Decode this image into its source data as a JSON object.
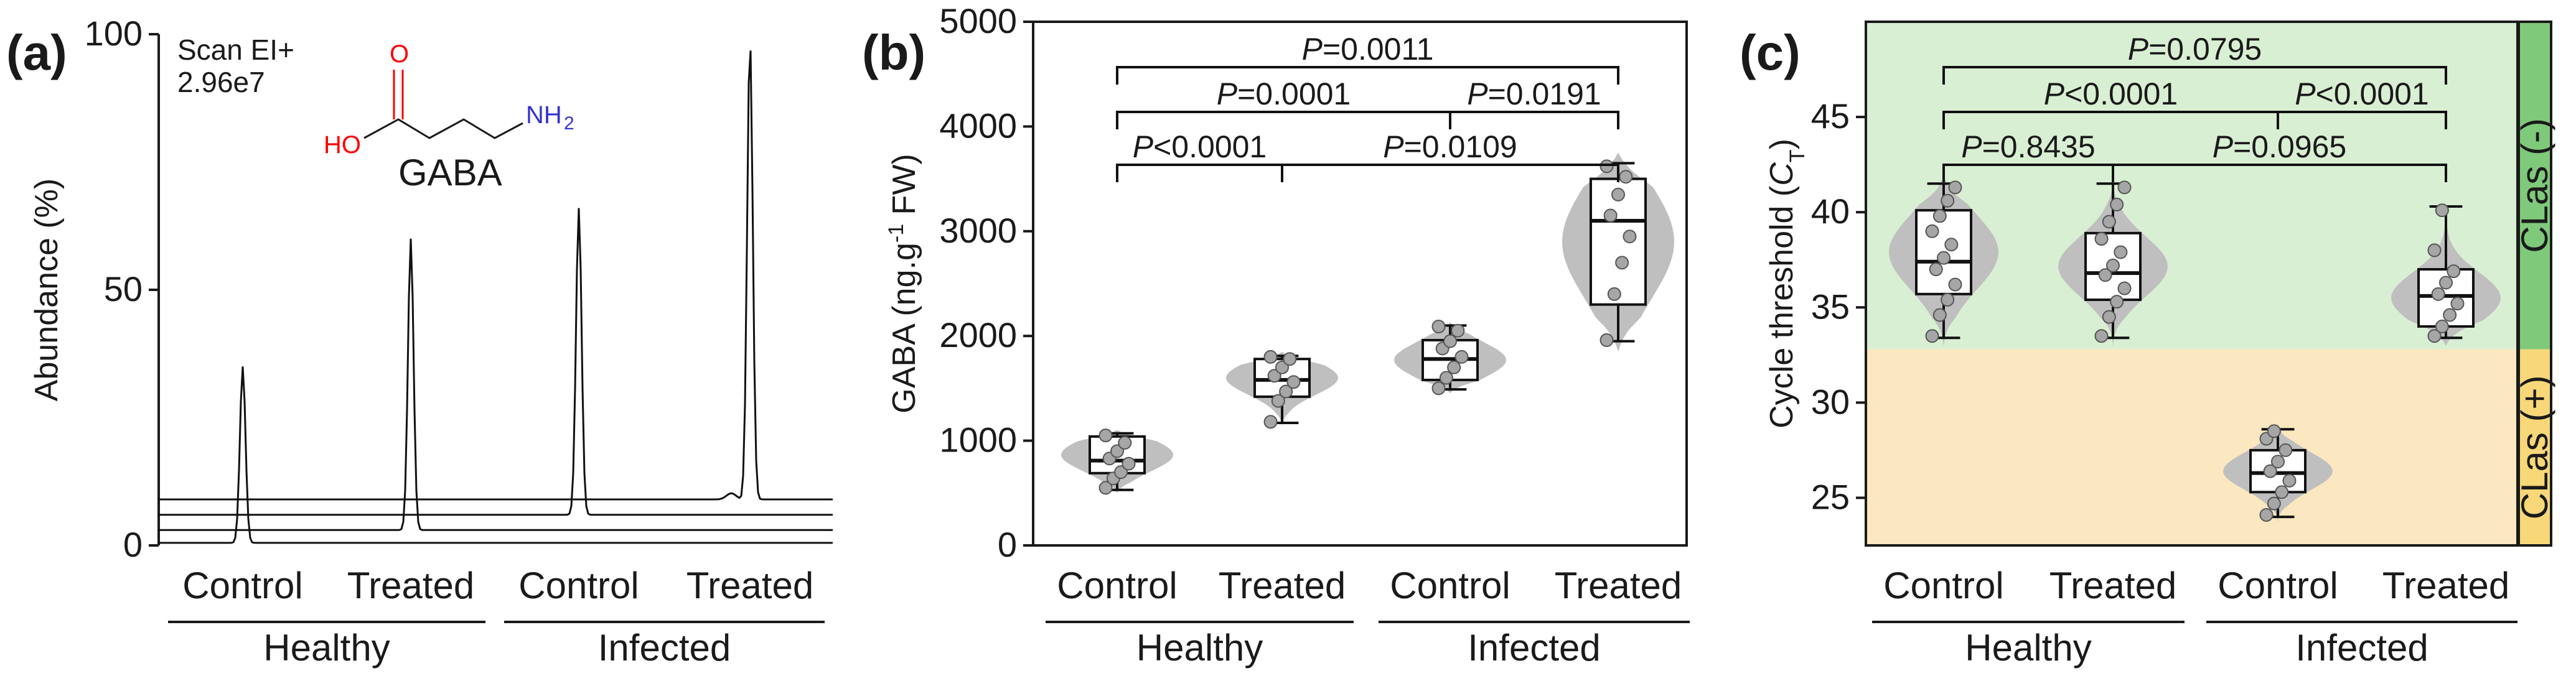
{
  "panels": {
    "a": {
      "label": "(a)"
    },
    "b": {
      "label": "(b)"
    },
    "c": {
      "label": "(c)"
    }
  },
  "colors": {
    "violin": "#bfbfbf",
    "point": "#a6a6a6",
    "healthy_zone": "#d9efd3",
    "infected_zone": "#fbe7c0",
    "side_green": "#7fc97a",
    "side_yellow": "#f7d778",
    "oxygen": "#ff0000",
    "nitrogen": "#3333cc"
  },
  "chart_data": [
    {
      "type": "line",
      "panel": "a",
      "ylabel": "Abundance (%)",
      "ylim": [
        0,
        100
      ],
      "yticks": [
        0,
        50,
        100
      ],
      "annotation_lines": [
        "Scan EI+",
        "2.96e7"
      ],
      "compound": {
        "name": "GABA",
        "oh": "HO",
        "o": "O",
        "nh2": "NH",
        "nh2_sub": "2"
      },
      "categories": [
        "Control",
        "Treated",
        "Control",
        "Treated"
      ],
      "groups": [
        {
          "name": "Healthy",
          "categories": [
            0,
            1
          ]
        },
        {
          "name": "Infected",
          "categories": [
            2,
            3
          ]
        }
      ],
      "series": [
        {
          "baseline": 0.5,
          "peak": 35
        },
        {
          "baseline": 3,
          "peak": 60
        },
        {
          "baseline": 6,
          "peak": 66
        },
        {
          "baseline": 9,
          "peak": 99
        }
      ]
    },
    {
      "type": "box",
      "panel": "b",
      "ylabel": "GABA (ng.g<sup>-1</sup> FW)",
      "ylabel_main": "GABA (ng.g",
      "ylabel_sup": "-1",
      "ylabel_tail": " FW)",
      "ylim": [
        0,
        5000
      ],
      "yticks": [
        0,
        1000,
        2000,
        3000,
        4000,
        5000
      ],
      "categories": [
        "Control",
        "Treated",
        "Control",
        "Treated"
      ],
      "groups": [
        {
          "name": "Healthy",
          "categories": [
            0,
            1
          ]
        },
        {
          "name": "Infected",
          "categories": [
            2,
            3
          ]
        }
      ],
      "boxes": [
        {
          "min": 530,
          "q1": 690,
          "median": 810,
          "q3": 1040,
          "max": 1070,
          "points": [
            550,
            640,
            700,
            780,
            830,
            900,
            980,
            1050
          ]
        },
        {
          "min": 1170,
          "q1": 1420,
          "median": 1580,
          "q3": 1780,
          "max": 1810,
          "points": [
            1180,
            1380,
            1470,
            1560,
            1620,
            1700,
            1780,
            1800
          ]
        },
        {
          "min": 1490,
          "q1": 1580,
          "median": 1780,
          "q3": 1960,
          "max": 2100,
          "points": [
            1500,
            1600,
            1700,
            1800,
            1880,
            1950,
            2050,
            2090
          ]
        },
        {
          "min": 1950,
          "q1": 2300,
          "median": 3100,
          "q3": 3500,
          "max": 3650,
          "points": [
            1960,
            2400,
            2700,
            2950,
            3150,
            3350,
            3520,
            3620
          ]
        }
      ],
      "comparisons": [
        {
          "from": 0,
          "to": 1,
          "label": "P<0.0001",
          "level": 1
        },
        {
          "from": 1,
          "to": 3,
          "label": "P=0.0109",
          "level": 1
        },
        {
          "from": 0,
          "to": 2,
          "label": "P=0.0001",
          "level": 2
        },
        {
          "from": 2,
          "to": 3,
          "label": "P=0.0191",
          "level": 2
        },
        {
          "from": 0,
          "to": 3,
          "label": "P=0.0011",
          "level": 3
        }
      ]
    },
    {
      "type": "box",
      "panel": "c",
      "ylabel_main": "Cycle threshold (",
      "ylabel_italic": "C",
      "ylabel_sub": "T",
      "ylabel_tail": ")",
      "ylim": [
        22.5,
        50
      ],
      "yticks": [
        25,
        30,
        35,
        40,
        45
      ],
      "threshold": 32.8,
      "zones": [
        {
          "label": "CLas (-)",
          "from": 32.8,
          "to": 50
        },
        {
          "label": "CLas (+)",
          "from": 22.5,
          "to": 32.8
        }
      ],
      "categories": [
        "Control",
        "Treated",
        "Control",
        "Treated"
      ],
      "groups": [
        {
          "name": "Healthy",
          "categories": [
            0,
            1
          ]
        },
        {
          "name": "Infected",
          "categories": [
            2,
            3
          ]
        }
      ],
      "boxes": [
        {
          "min": 33.4,
          "q1": 35.7,
          "median": 37.4,
          "q3": 40.1,
          "max": 41.5,
          "points": [
            33.5,
            34.6,
            35.4,
            36.2,
            37.0,
            37.6,
            38.3,
            39.0,
            39.8,
            40.6,
            41.3
          ]
        },
        {
          "min": 33.4,
          "q1": 35.4,
          "median": 36.8,
          "q3": 38.9,
          "max": 41.5,
          "points": [
            33.5,
            34.5,
            35.3,
            36.0,
            36.7,
            37.2,
            37.9,
            38.6,
            39.5,
            40.4,
            41.3
          ]
        },
        {
          "min": 24.0,
          "q1": 25.3,
          "median": 26.3,
          "q3": 27.5,
          "max": 28.6,
          "points": [
            24.1,
            24.7,
            25.3,
            25.9,
            26.4,
            26.9,
            27.5,
            28.1,
            28.5
          ]
        },
        {
          "min": 33.4,
          "q1": 34.0,
          "median": 35.6,
          "q3": 37.0,
          "max": 40.3,
          "points": [
            33.5,
            34.0,
            34.6,
            35.2,
            35.7,
            36.3,
            36.9,
            38.0,
            40.1
          ]
        }
      ],
      "comparisons": [
        {
          "from": 0,
          "to": 1,
          "label": "P=0.8435",
          "level": 1
        },
        {
          "from": 1,
          "to": 3,
          "label": "P=0.0965",
          "level": 1
        },
        {
          "from": 0,
          "to": 2,
          "label": "P<0.0001",
          "level": 2
        },
        {
          "from": 2,
          "to": 3,
          "label": "P<0.0001",
          "level": 2
        },
        {
          "from": 0,
          "to": 3,
          "label": "P=0.0795",
          "level": 3
        }
      ]
    }
  ]
}
